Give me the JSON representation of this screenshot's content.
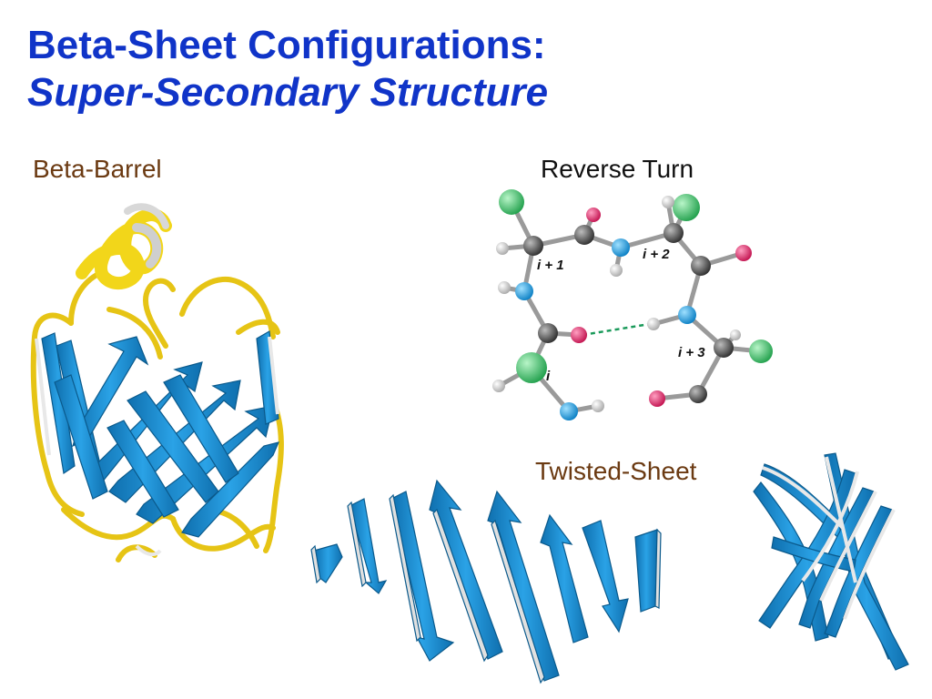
{
  "title": {
    "line1": "Beta-Sheet Configurations:",
    "line2": "Super-Secondary Structure"
  },
  "panels": {
    "barrel_label": "Beta-Barrel",
    "turn_label": "Reverse Turn",
    "sheet_label": "Twisted-Sheet"
  },
  "reverse_turn": {
    "residue_labels": [
      "i + 1",
      "i + 2",
      "i",
      "i + 3"
    ]
  },
  "colors": {
    "title": "#1034c8",
    "labels": "#6b3a12",
    "strand": "#1a8ed1",
    "helix": "#f2d61a",
    "carbon": "#555555",
    "nitrogen": "#1e9be0",
    "oxygen": "#e0306f",
    "side_chain": "#3fbf6a",
    "hbond": "#1a9a5a"
  }
}
